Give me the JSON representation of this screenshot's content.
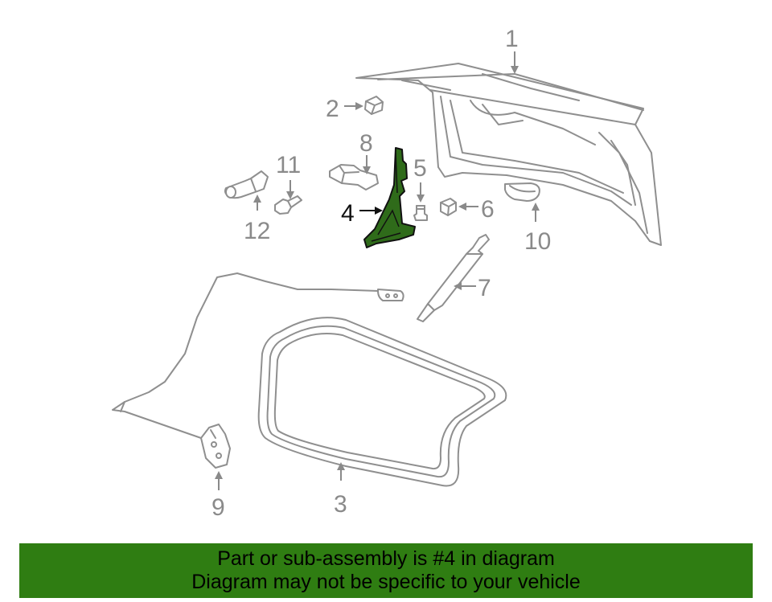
{
  "diagram": {
    "callouts": {
      "p1": "1",
      "p2": "2",
      "p3": "3",
      "p4": "4",
      "p5": "5",
      "p6": "6",
      "p7": "7",
      "p8": "8",
      "p9": "9",
      "p10": "10",
      "p11": "11",
      "p12": "12"
    },
    "highlighted_part": "4",
    "highlight_color": "#2f6b1a"
  },
  "banner": {
    "line1": "Part or sub-assembly is #4 in diagram",
    "line2": "Diagram may not be specific to your vehicle",
    "background": "#2f7d12"
  }
}
